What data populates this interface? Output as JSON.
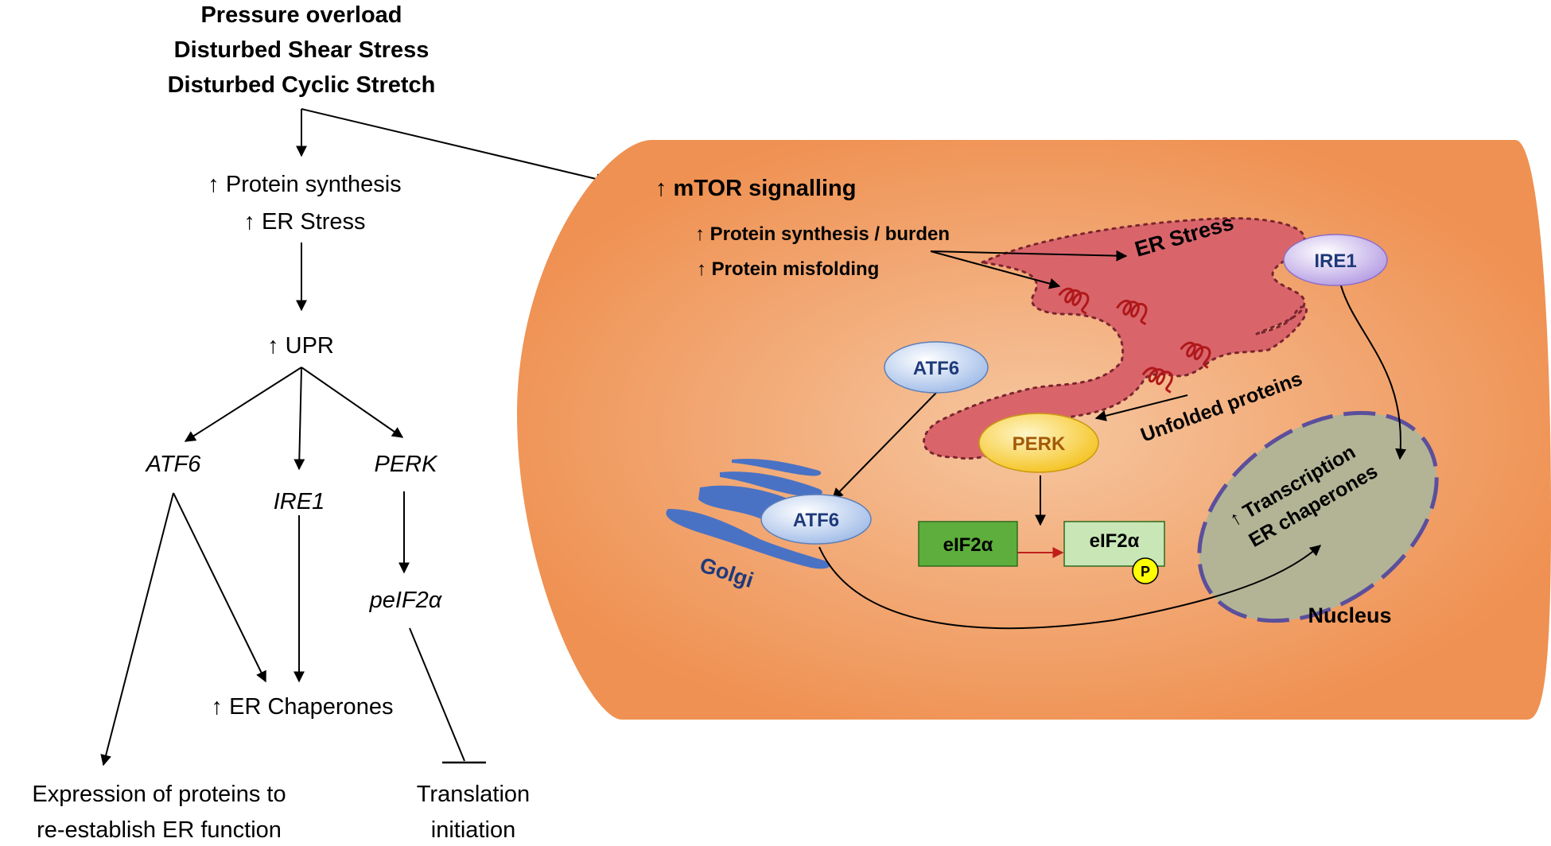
{
  "stimuli": {
    "line1": "Pressure overload",
    "line2": "Disturbed Shear Stress",
    "line3": "Disturbed Cyclic Stretch"
  },
  "left_pathway": {
    "protein_synthesis": "↑ Protein synthesis",
    "er_stress": "↑ ER Stress",
    "upr": "↑ UPR",
    "atf6": "ATF6",
    "ire1": "IRE1",
    "perk": "PERK",
    "peif2a": "peIF2α",
    "er_chaperones": "↑ ER Chaperones",
    "expression_line1": "Expression of proteins to",
    "expression_line2": "re-establish ER function",
    "translation_line1": "Translation",
    "translation_line2": "initiation"
  },
  "cell": {
    "mtor": "↑ mTOR signalling",
    "protein_burden": "↑ Protein synthesis / burden",
    "misfolding": "↑ Protein misfolding",
    "er_stress": "ER Stress",
    "ire1": "IRE1",
    "atf6_er": "ATF6",
    "atf6_golgi": "ATF6",
    "perk": "PERK",
    "unfolded": "Unfolded proteins",
    "golgi": "Golgi",
    "eif2a": "eIF2α",
    "eif2a_p": "eIF2α",
    "phospho": "P",
    "transcription_line1": "↑ Transcription",
    "transcription_line2": "ER chaperones",
    "nucleus": "Nucleus"
  },
  "colors": {
    "cell_fill": "#ef9152",
    "cell_center": "#f6c7a0",
    "er_fill": "#d9656b",
    "er_border": "#7a2530",
    "oval_fill": "#9fbbe8",
    "oval_text": "#1f3a7a",
    "ire1_fill": "#b49be3",
    "perk_fill": "#f4c21e",
    "perk_text": "#a35b08",
    "golgi_fill": "#4a72c4",
    "eif2a_fill": "#5dae3c",
    "eif2a_p_fill": "#c8e6b6",
    "phospho_fill": "#ffff00",
    "nucleus_fill": "#b2b495",
    "nucleus_border": "#5b4f9c",
    "red_arrow": "#c0201a",
    "protein_coil": "#b0181a"
  },
  "icons": [
    "arrow-icon",
    "inhibition-bar-icon",
    "unfolded-protein-icon"
  ]
}
